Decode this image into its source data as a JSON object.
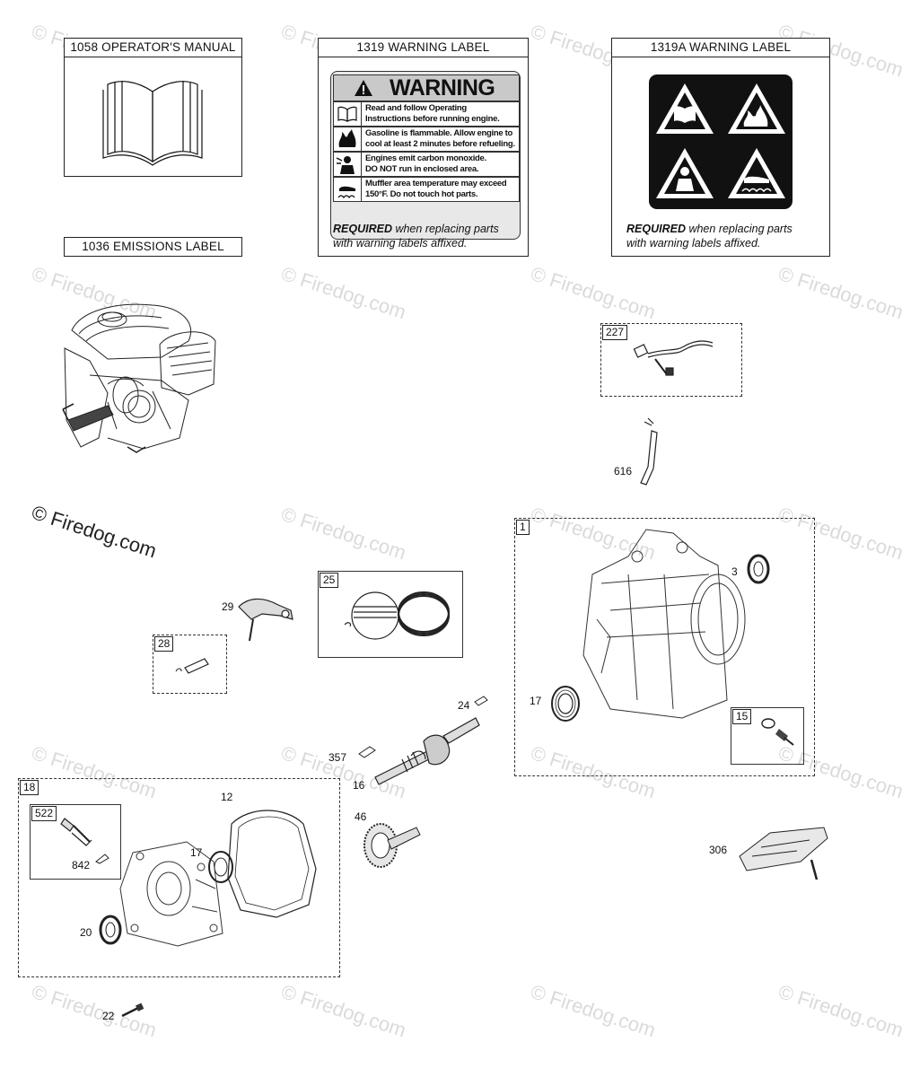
{
  "watermark": {
    "text": "© Firedog.com"
  },
  "labels": {
    "manual": "1058 OPERATOR'S MANUAL",
    "emissions": "1036 EMISSIONS LABEL",
    "warning": "1319 WARNING LABEL",
    "warning_a": "1319A WARNING LABEL"
  },
  "warning_label": {
    "banner": "WARNING",
    "rows": [
      {
        "icon": "book-icon",
        "line1": "Read and follow Operating",
        "line2": "Instructions before running engine."
      },
      {
        "icon": "flame-icon",
        "line1": "Gasoline is flammable. Allow engine to",
        "line2": "cool at least 2 minutes before refueling."
      },
      {
        "icon": "carbon-monoxide-icon",
        "line1": "Engines emit carbon monoxide.",
        "line2": "DO NOT run in enclosed area."
      },
      {
        "icon": "hot-surface-icon",
        "line1": "Muffler area temperature may exceed",
        "line2": "150°F.  Do not touch hot parts."
      }
    ]
  },
  "required_note": {
    "bold": "REQUIRED",
    "rest": " when replacing parts",
    "line2": "with warning labels affixed."
  },
  "parts": {
    "p227": "227",
    "p616": "616",
    "p1": "1",
    "p3": "3",
    "p17a": "17",
    "p15": "15",
    "p29": "29",
    "p25": "25",
    "p28": "28",
    "p24": "24",
    "p357": "357",
    "p16": "16",
    "p18": "18",
    "p522": "522",
    "p842": "842",
    "p12": "12",
    "p17b": "17",
    "p20": "20",
    "p46": "46",
    "p306": "306",
    "p22": "22"
  }
}
